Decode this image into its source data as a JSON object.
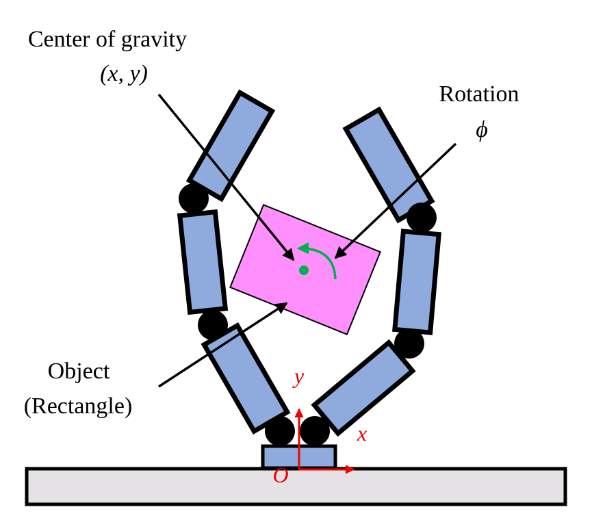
{
  "labels": {
    "cog_title": "Center of gravity",
    "cog_vars": "(x, y)",
    "rotation_title": "Rotation",
    "rotation_symbol": "ϕ",
    "object_title": "Object",
    "object_sub": "(Rectangle)"
  },
  "axes": {
    "x_label": "x",
    "y_label": "y",
    "origin_label": "O"
  },
  "colors": {
    "link_fill": "#8faadc",
    "object_fill": "#ff8ffd",
    "center_dot": "#00b050",
    "rotation_arrow": "#00b050",
    "axis": "#ee0000",
    "floor_fill": "#e4e2e4",
    "outline": "#000000"
  }
}
